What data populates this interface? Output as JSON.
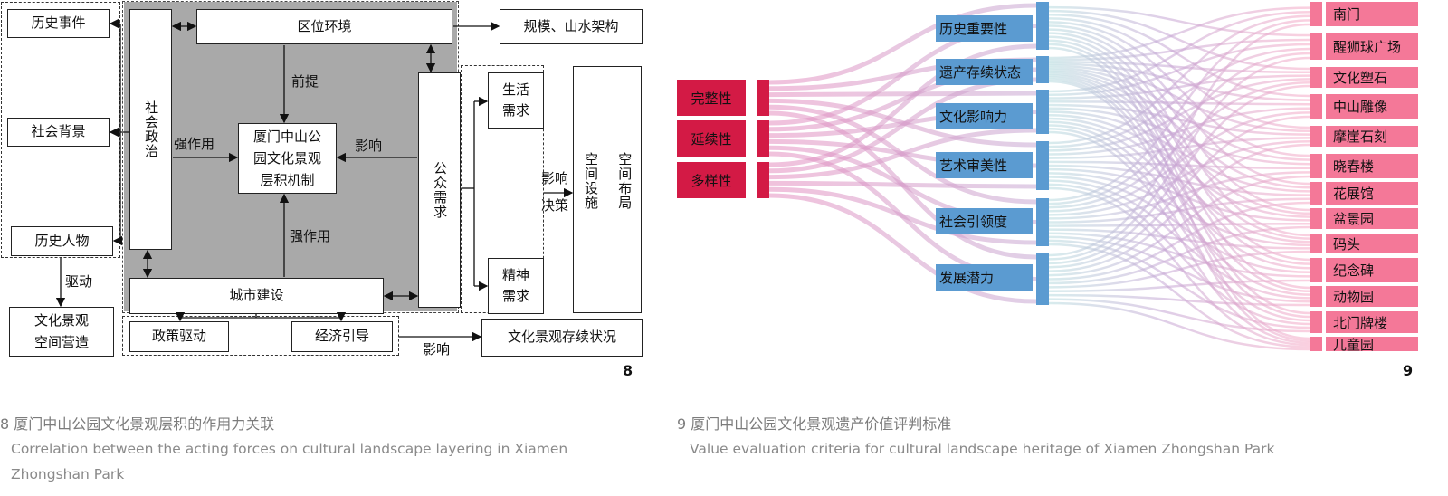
{
  "figure8": {
    "number": "8",
    "nodes": {
      "history_events": "历史事件",
      "social_background": "社会背景",
      "historical_figures": "历史人物",
      "cultural_space": "文化景观\n空间营造",
      "social_politics": "社会政治",
      "location_env": "区位环境",
      "core": "厦门中山公\n园文化景观\n层积机制",
      "public_demand": "公众需求",
      "urban_construction": "城市建设",
      "scale_landscape": "规模、山水架构",
      "life_demand": "生活\n需求",
      "spirit_demand": "精神\n需求",
      "space_facility": "空间设施",
      "space_layout": "空间布局",
      "policy_drive": "政策驱动",
      "economic_guide": "经济引导",
      "heritage_status": "文化景观存续状况"
    },
    "edge_labels": {
      "premise": "前提",
      "strong_left": "强作用",
      "influence_right": "影响",
      "strong_bottom": "强作用",
      "drive": "驱动",
      "influence_decide_1": "影响",
      "influence_decide_2": "决策",
      "influence_bottom": "影响"
    },
    "caption_cn": "8 厦门中山公园文化景观层积的作用力关联",
    "caption_en": "Correlation between the acting forces on cultural landscape layering in Xiamen Zhongshan Park"
  },
  "figure9": {
    "number": "9",
    "left_nodes": [
      "完整性",
      "延续性",
      "多样性"
    ],
    "middle_nodes": [
      "历史重要性",
      "遗产存续状态",
      "文化影响力",
      "艺术审美性",
      "社会引领度",
      "发展潜力"
    ],
    "right_nodes": [
      "南门",
      "醒狮球广场",
      "文化塑石",
      "中山雕像",
      "摩崖石刻",
      "晓春楼",
      "花展馆",
      "盆景园",
      "码头",
      "纪念碑",
      "动物园",
      "北门牌楼",
      "儿童园"
    ],
    "colors": {
      "left": "#d31a45",
      "middle": "#5b9bd1",
      "right": "#f47898",
      "flow_left": "#e58fc0",
      "flow_mid": "#b7dcdf",
      "flow_right": "#f6a9c6"
    },
    "caption_cn": "9 厦门中山公园文化景观遗产价值评判标准",
    "caption_en": "Value evaluation criteria for cultural landscape heritage of Xiamen Zhongshan Park"
  }
}
